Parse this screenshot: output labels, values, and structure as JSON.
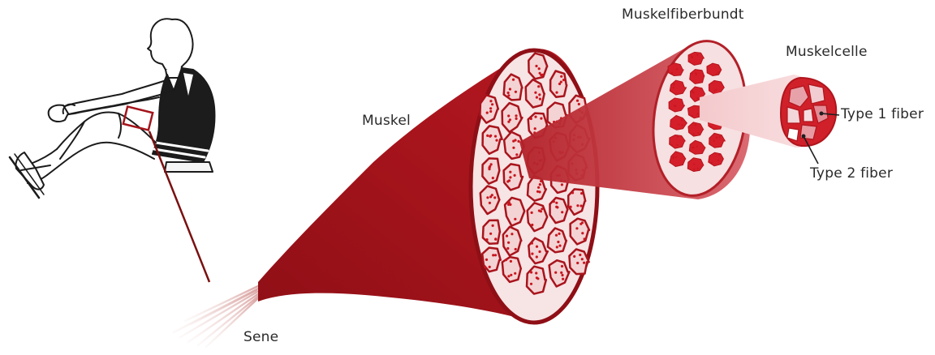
{
  "labels": {
    "muscle": "Muskel",
    "fiber_bundle": "Muskelfiberbundt",
    "muscle_cell": "Muskelcelle",
    "type1": "Type 1 fiber",
    "type2": "Type 2 fiber",
    "tendon": "Sene"
  },
  "colors": {
    "muscle_dark": "#a8141c",
    "muscle_mid": "#c8323a",
    "fascicle_fill": "#f4d3d4",
    "dot": "#c8161f",
    "cell_light": "#f2cfd2",
    "cell_mid": "#e79aa2",
    "cell_pale": "#f8e0e2",
    "leader": "#7a1010"
  },
  "icons": {
    "figure": "athlete-on-rowing-seat",
    "highlight": "thigh-highlight-box"
  }
}
